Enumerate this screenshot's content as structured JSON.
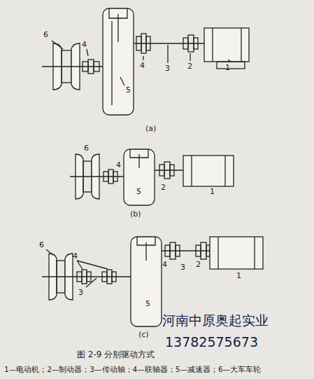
{
  "diagram": {
    "caption": "图 2-9 分别驱动方式",
    "labels": [
      "6",
      "4",
      "4",
      "3",
      "2",
      "1",
      "5",
      "(a)",
      "6",
      "4",
      "2",
      "1",
      "5",
      "(b)",
      "6",
      "4",
      "4",
      "3",
      "2",
      "1",
      "3",
      "5",
      "(c)",
      "1—电动机；2—制动器；3—传动轴；4—联轴器；5—减速器；6—大车车轮",
      "河南中原奥起实业",
      "13782575673"
    ]
  }
}
